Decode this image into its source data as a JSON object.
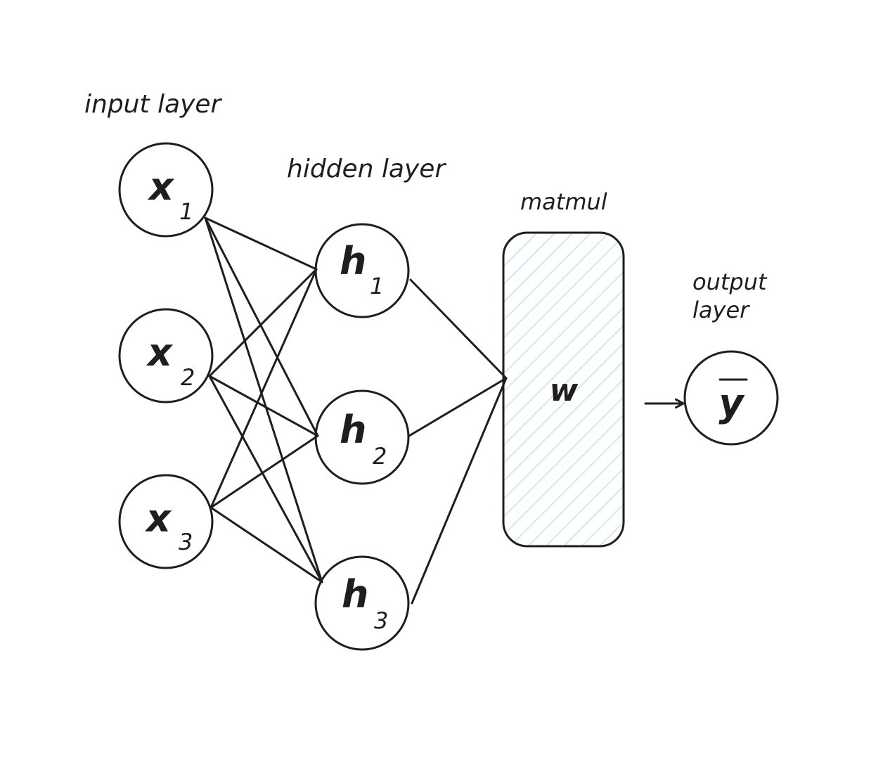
{
  "labels": {
    "input_layer": "input layer",
    "hidden_layer": "hidden layer",
    "matmul": "matmul",
    "output_layer_line1": "output",
    "output_layer_line2": "layer"
  },
  "inputs": [
    {
      "main": "x",
      "sub": "1"
    },
    {
      "main": "x",
      "sub": "2"
    },
    {
      "main": "x",
      "sub": "3"
    }
  ],
  "hidden": [
    {
      "main": "h",
      "sub": "1"
    },
    {
      "main": "h",
      "sub": "2"
    },
    {
      "main": "h",
      "sub": "3"
    }
  ],
  "matrix": {
    "label": "w"
  },
  "output": {
    "main": "y"
  },
  "colors": {
    "stroke": "#1e1e1e",
    "hatch": "#a5d8ff"
  }
}
